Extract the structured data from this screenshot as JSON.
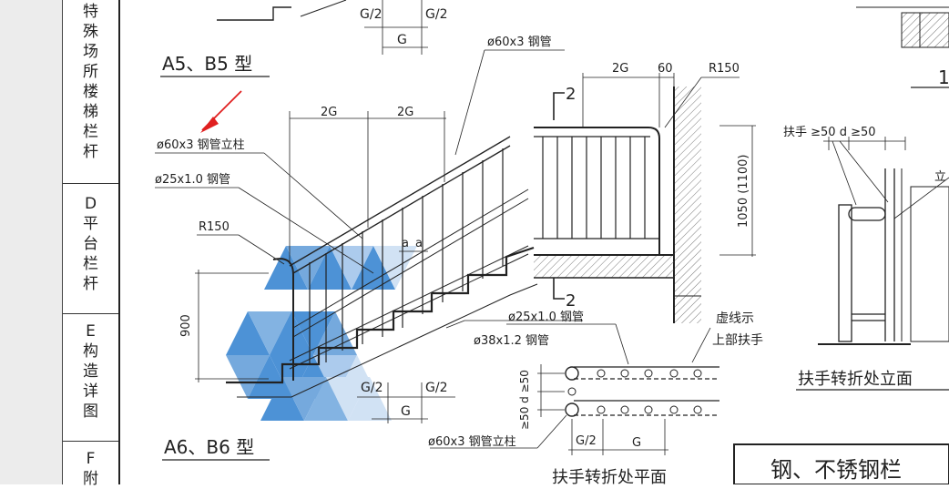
{
  "side_tabs": [
    {
      "letter": "",
      "chars": [
        "特",
        "殊",
        "场",
        "所",
        "楼",
        "梯",
        "栏",
        "杆"
      ]
    },
    {
      "letter": "D",
      "chars": [
        "平",
        "台",
        "栏",
        "杆"
      ]
    },
    {
      "letter": "E",
      "chars": [
        "构",
        "造",
        "详",
        "图"
      ]
    },
    {
      "letter": "F",
      "chars": [
        "附"
      ]
    }
  ],
  "labels": {
    "a5b5_type": "A5、B5 型",
    "a6b6_type": "A6、B6 型",
    "post_60": "ø60x3 钢管立柱",
    "pipe_25": "ø25x1.0 钢管",
    "r150": "R150",
    "pipe_60_top": "ø60x3 钢管",
    "pipe_38": "ø38x1.2 钢管",
    "pipe_25_plan": "ø25x1.0 钢管",
    "post_60_bottom": "ø60x3 钢管立柱",
    "dim_2g": "2G",
    "dim_g": "G",
    "dim_g2": "G/2",
    "dim_a": "a",
    "dim_900": "900",
    "dim_60": "60",
    "dim_1050": "1050 (1100)",
    "r150_section": "R150",
    "sec_mark": "2",
    "dashed_note_1": "虚线示",
    "dashed_note_2": "上部扶手",
    "handrail_spacing": "扶手 ≥50 d ≥50",
    "plan_d": "≥50 d ≥50",
    "turn_plan_title": "扶手转折处平面",
    "turn_elev_title": "扶手转折处立面",
    "sheet_title": "钢、不锈钢栏",
    "vertical_mark": "立",
    "index_one": "1"
  },
  "colors": {
    "watermark_blue": "#2f7fd0",
    "arrow_red": "#e02020",
    "ink": "#222222"
  }
}
